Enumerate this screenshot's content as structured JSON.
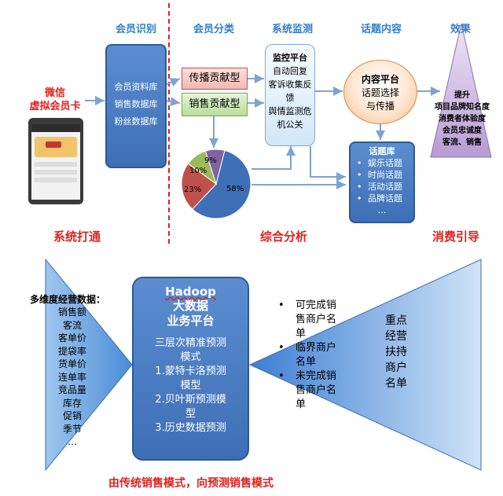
{
  "headers": {
    "member_id": "会员识别",
    "member_class": "会员分类",
    "monitor": "系统监测",
    "topics": "话题内容",
    "effect": "效果"
  },
  "left": {
    "card_title_1": "微信",
    "card_title_2": "虚拟会员卡",
    "bottom": "系统打通"
  },
  "databases": [
    "会员资料库",
    "销售数据库",
    "粉丝数据库"
  ],
  "classes": {
    "spread": "传播贡献型",
    "sales": "销售贡献型"
  },
  "monitor_box": {
    "title": "监控平台",
    "lines": [
      "自动回复",
      "客诉收集反",
      "馈",
      "舆情监测危",
      "机公关"
    ]
  },
  "content_platform": {
    "title": "内容平台",
    "lines": [
      "话题选择",
      "与传播"
    ]
  },
  "topic_lib": {
    "title": "话题库",
    "items": [
      "娱乐话题",
      "时尚话题",
      "活动话题",
      "品牌话题"
    ],
    "more": "…"
  },
  "effect_box": {
    "title": "提升",
    "lines": [
      "项目品牌知名度",
      "消费者体验度",
      "会员忠诚度",
      "客流、销售"
    ]
  },
  "pie": {
    "labels": [
      "58%",
      "23%",
      "10%",
      "9%"
    ],
    "colors": [
      "#3f6fb6",
      "#c0504d",
      "#9bbb59",
      "#8064a2"
    ]
  },
  "chart_data": {
    "type": "pie",
    "categories": [
      "",
      "",
      "",
      ""
    ],
    "values": [
      58,
      23,
      10,
      9
    ]
  },
  "mid_labels": {
    "analysis": "综合分析",
    "guide": "消费引导"
  },
  "bottom": {
    "left_title": "多维度经营数据：",
    "left_items": [
      "销售额",
      "客流",
      "客单价",
      "提袋率",
      "货单价",
      "连单率",
      "竞品量",
      "库存",
      "促销",
      "季节",
      "…"
    ],
    "hadoop": "Hadoop",
    "bigdata": "大数据",
    "platform": "业务平台",
    "model_title_1": "三层次精准预测",
    "model_title_2": "模式",
    "models": [
      "1.蒙特卡洛预测",
      "模型",
      "2.贝叶斯预测模",
      "型",
      "3.历史数据预测"
    ],
    "merchants": [
      "可完成销",
      "售商户名",
      "单",
      "临界商户",
      "名单",
      "未完成销",
      "售商户名",
      "单"
    ],
    "support": [
      "重点",
      "经营",
      "扶持",
      "商户",
      "名单"
    ],
    "caption": "由传统销售模式，向预测销售模式"
  }
}
